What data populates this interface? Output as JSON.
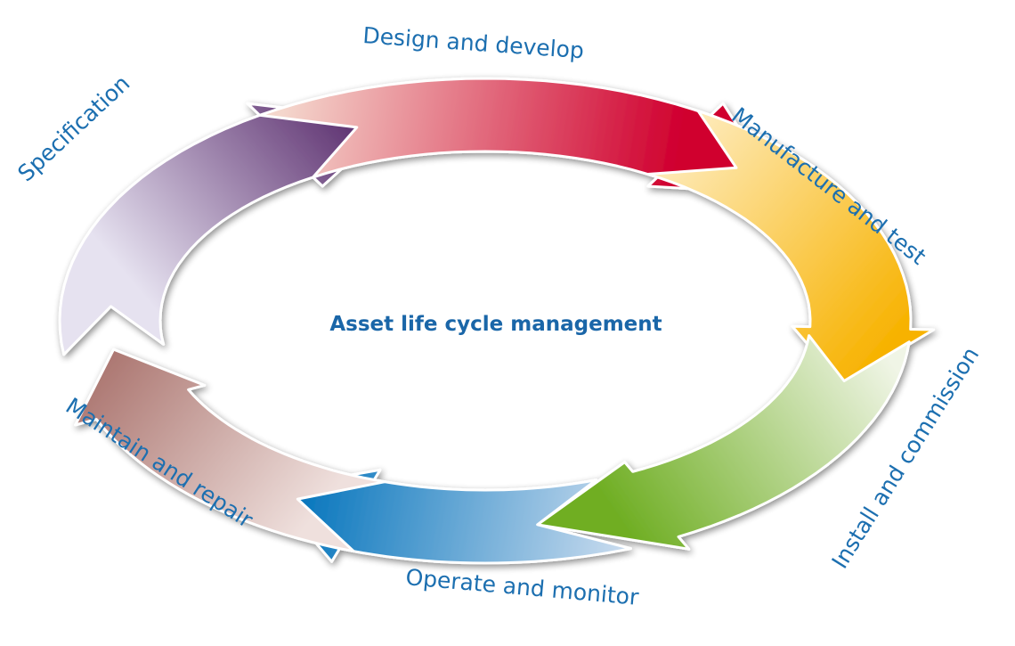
{
  "diagram": {
    "center_label": "Asset life cycle management",
    "stages": [
      {
        "key": "spec",
        "label": "Specification",
        "color_start": "#e6e2f0",
        "color_end": "#4f1f63"
      },
      {
        "key": "design",
        "label": "Design and develop",
        "color_start": "#f4d6cc",
        "color_end": "#d0002f"
      },
      {
        "key": "mfg",
        "label": "Manufacture and test",
        "color_start": "#fff3d6",
        "color_end": "#f7b200"
      },
      {
        "key": "install",
        "label": "Install and commission",
        "color_start": "#f0f5e6",
        "color_end": "#6fae23"
      },
      {
        "key": "operate",
        "label": "Operate and monitor",
        "color_start": "#dfe7f4",
        "color_end": "#0072bb"
      },
      {
        "key": "maintain",
        "label": "Maintain and repair",
        "color_start": "#efe0dd",
        "color_end": "#a0645e"
      }
    ],
    "label_color": "#1c6fb0",
    "shadow_color": "#bdbdbd"
  }
}
